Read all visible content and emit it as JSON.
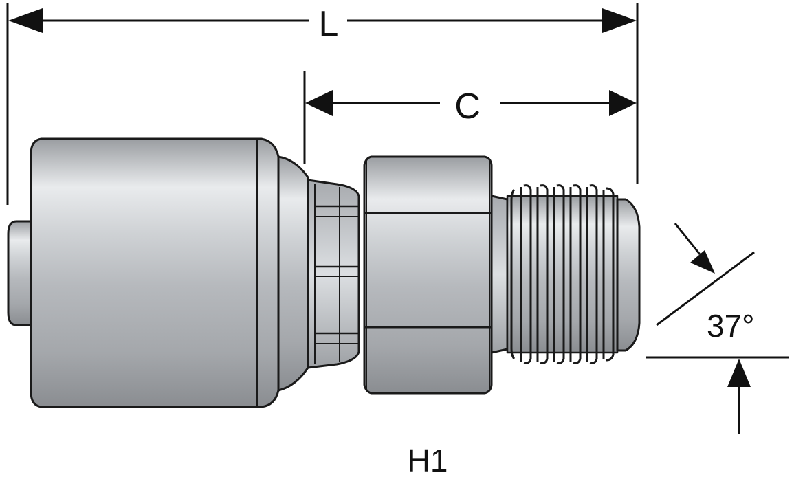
{
  "labels": {
    "length": "L",
    "center": "C",
    "angle": "37°",
    "part": "H1"
  },
  "colors": {
    "outline": "#1a1a1a",
    "metal_dark": "#8f9296",
    "metal_mid": "#c4c7ca",
    "metal_light": "#eef0f2"
  }
}
